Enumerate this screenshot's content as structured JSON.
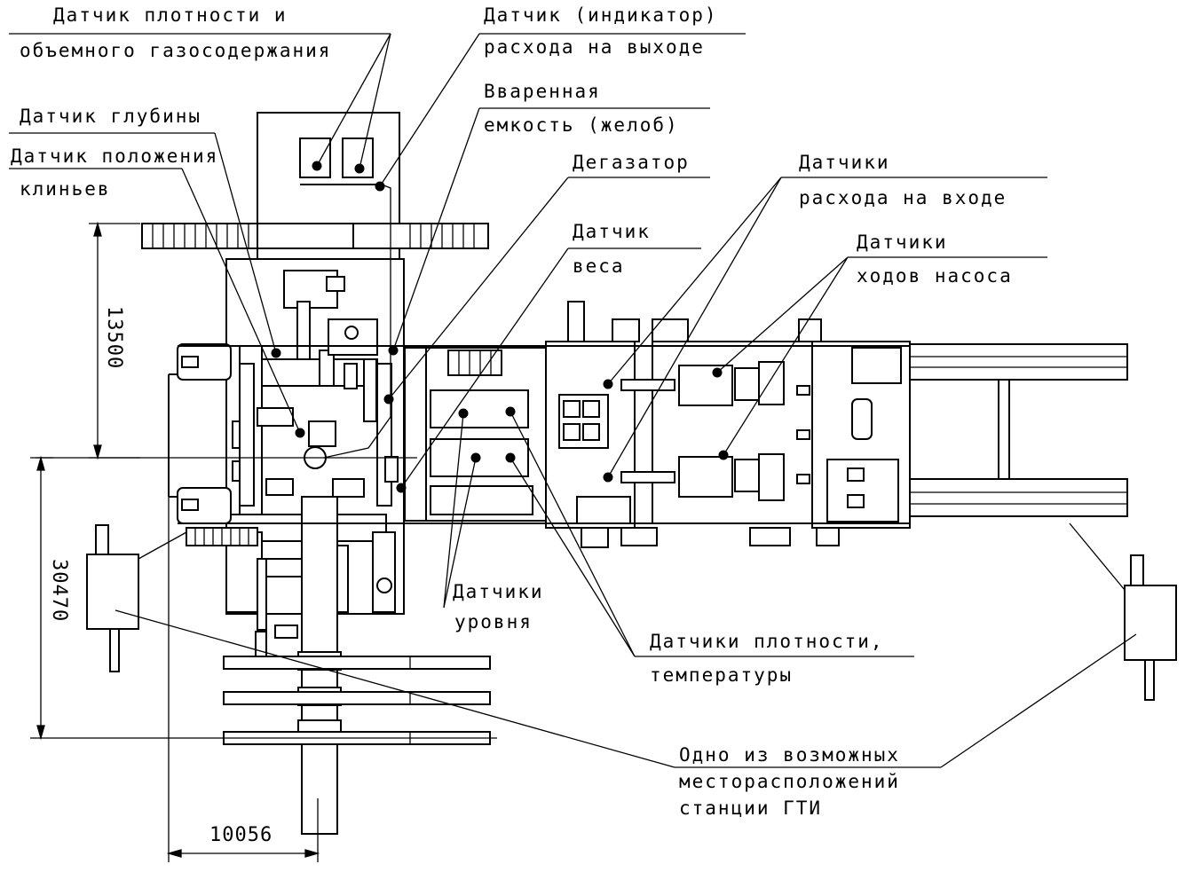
{
  "labels": {
    "density_gas_line1": "Датчик плотности и",
    "density_gas_line2": "объемного газосодержания",
    "outflow_line1": "Датчик (индикатор)",
    "outflow_line2": "расхода на выходе",
    "welded_line1": "Вваренная",
    "welded_line2": "емкость (желоб)",
    "depth": "Датчик глубины",
    "wedges_line1": "Датчик положения",
    "wedges_line2": "клиньев",
    "degasser": "Дегазатор",
    "weight_line1": "Датчик",
    "weight_line2": "веса",
    "inflow_line1": "Датчики",
    "inflow_line2": "расхода на входе",
    "strokes_line1": "Датчики",
    "strokes_line2": "ходов насоса",
    "level_line1": "Датчики",
    "level_line2": "уровня",
    "density_temp_line1": "Датчики плотности,",
    "density_temp_line2": "температуры",
    "station_line1": "Одно из возможных",
    "station_line2": "месторасположений",
    "station_line3": "станции ГТИ"
  },
  "dimensions": {
    "d13500": "13500",
    "d30470": "30470",
    "d10056": "10056"
  }
}
